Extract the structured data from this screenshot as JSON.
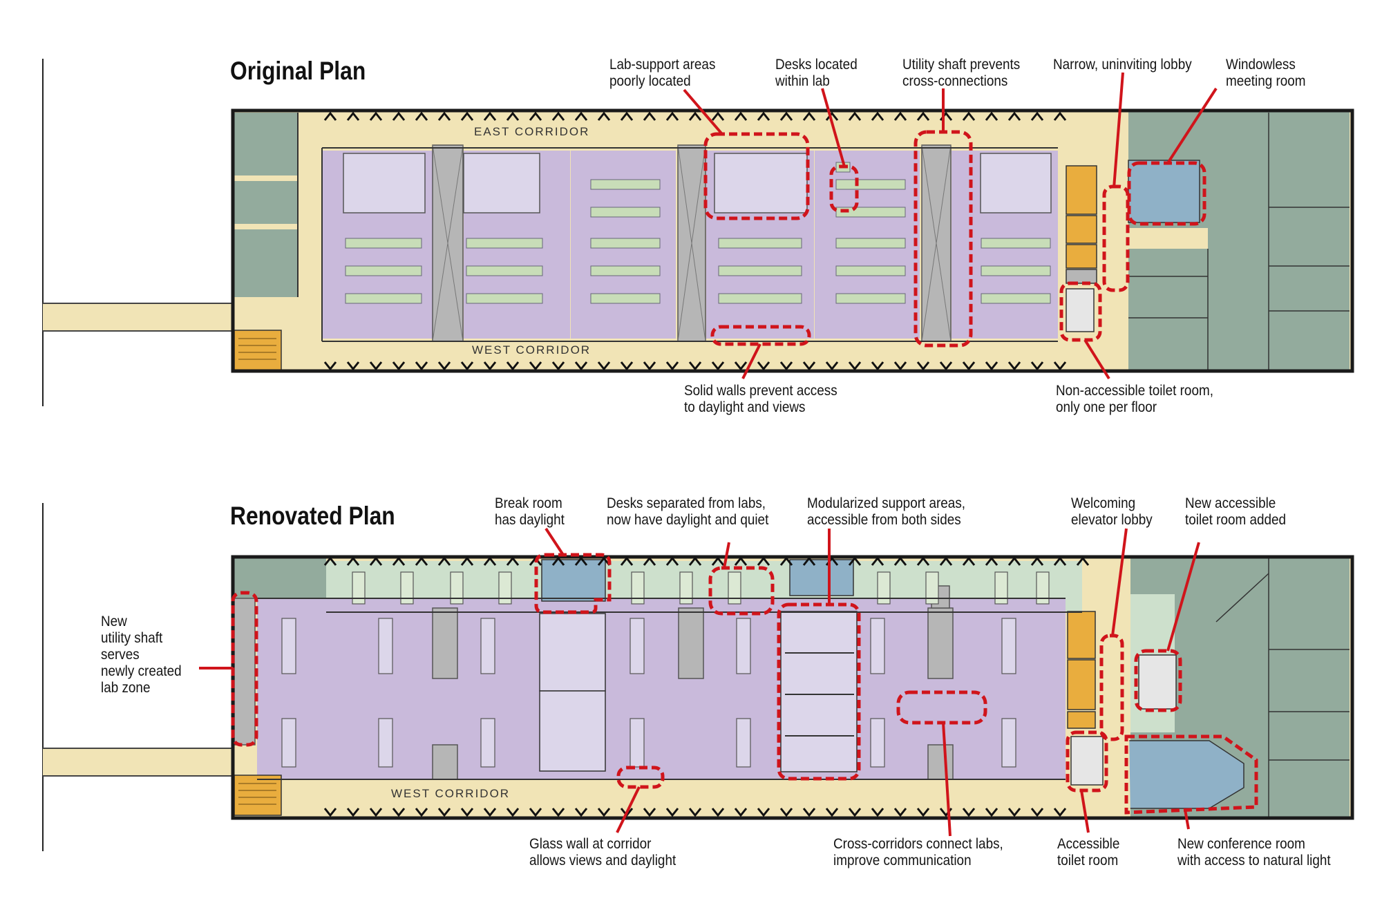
{
  "colors": {
    "corridor": "#f1e4b6",
    "lab": "#c9badb",
    "lab_support": "#dcd6ea",
    "office": "#93ab9d",
    "office_light": "#cde0cc",
    "shaft": "#b6b6b6",
    "stair": "#e9ad3e",
    "meeting": "#8fb1c7",
    "callout": "#d0141b",
    "wall": "#1a1a1a"
  },
  "original": {
    "title": "Original Plan",
    "east_corridor": "EAST CORRIDOR",
    "west_corridor": "WEST CORRIDOR",
    "callouts": [
      {
        "id": "lab-support",
        "text": "Lab-support areas\npoorly located"
      },
      {
        "id": "desks-within-lab",
        "text": "Desks located\nwithin lab"
      },
      {
        "id": "utility-shaft",
        "text": "Utility shaft prevents\ncross-connections"
      },
      {
        "id": "narrow-lobby",
        "text": "Narrow, uninviting lobby"
      },
      {
        "id": "windowless-meeting",
        "text": "Windowless\nmeeting room"
      },
      {
        "id": "solid-walls",
        "text": "Solid walls prevent access\nto daylight and views"
      },
      {
        "id": "non-accessible-toilet",
        "text": "Non-accessible toilet room,\nonly one per floor"
      }
    ]
  },
  "renovated": {
    "title": "Renovated Plan",
    "west_corridor": "WEST CORRIDOR",
    "callouts": [
      {
        "id": "break-room",
        "text": "Break room\nhas daylight"
      },
      {
        "id": "desks-separated",
        "text": "Desks separated from labs,\nnow have daylight and quiet"
      },
      {
        "id": "modularized-support",
        "text": "Modularized support areas,\naccessible from both sides"
      },
      {
        "id": "welcoming-lobby",
        "text": "Welcoming\nelevator lobby"
      },
      {
        "id": "new-toilet",
        "text": "New accessible\ntoilet room added"
      },
      {
        "id": "new-utility-shaft",
        "text": "New\nutility shaft\nserves\nnewly created\nlab zone"
      },
      {
        "id": "glass-wall",
        "text": "Glass wall at corridor\nallows views and daylight"
      },
      {
        "id": "cross-corridors",
        "text": "Cross-corridors connect labs,\nimprove communication"
      },
      {
        "id": "accessible-toilet",
        "text": "Accessible\ntoilet room"
      },
      {
        "id": "new-conference",
        "text": "New conference room\nwith access to natural light"
      }
    ]
  }
}
